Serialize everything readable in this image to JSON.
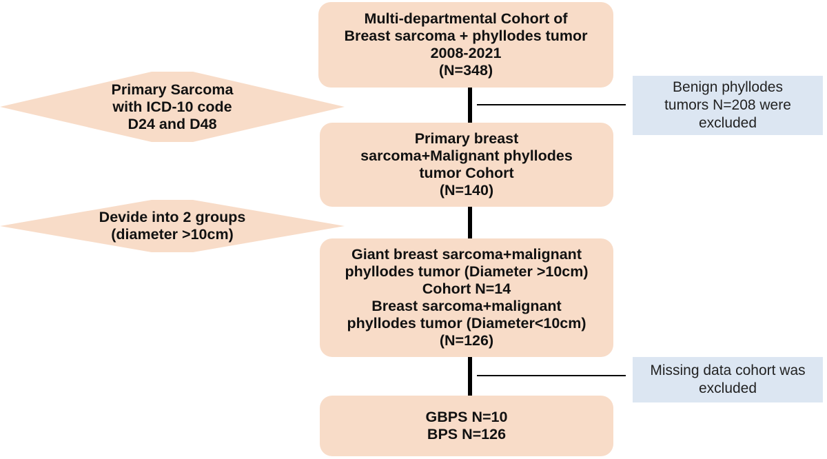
{
  "boxes": {
    "cohort_all": [
      "Multi-departmental Cohort of",
      "Breast sarcoma + phyllodes tumor",
      "2008-2021",
      "(N=348)"
    ],
    "cohort_primary": [
      "Primary breast",
      "sarcoma+Malignant phyllodes",
      "tumor Cohort",
      "(N=140)"
    ],
    "cohort_groups": [
      "Giant breast sarcoma+malignant",
      "phyllodes tumor (Diameter >10cm)",
      "Cohort N=14",
      "Breast sarcoma+malignant",
      "phyllodes tumor (Diameter<10cm)",
      "(N=126)"
    ],
    "cohort_final": [
      "GBPS N=10",
      "BPS N=126"
    ]
  },
  "diamonds": {
    "criteria_icd": [
      "Primary Sarcoma",
      "with ICD-10 code",
      "D24 and D48"
    ],
    "criteria_split": [
      "Devide into 2 groups",
      "(diameter >10cm)"
    ]
  },
  "notes": {
    "excluded_benign": [
      "Benign phyllodes",
      "tumors N=208 were",
      "excluded"
    ],
    "excluded_missing": [
      "Missing data cohort was",
      "excluded"
    ]
  },
  "colors": {
    "box_fill": "#f8dcc8",
    "note_fill": "#dce6f2",
    "diamond_fill": "#f8dcc8",
    "connector": "#000000"
  }
}
